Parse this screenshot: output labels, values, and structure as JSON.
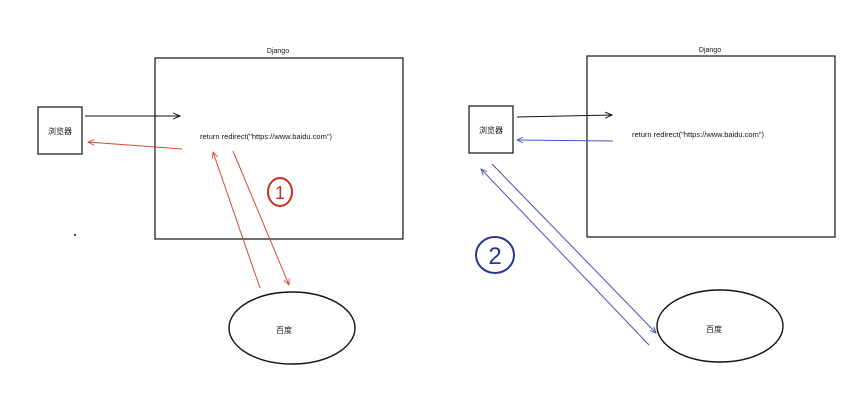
{
  "left_diagram": {
    "django_label": "Django",
    "browser_label": "浏览器",
    "code_text": "return redirect(\"https://www.baidu.com\")",
    "baidu_label": "百度",
    "step_number": "1",
    "step_color": "#c4311e",
    "arrow_color_request": "#111111",
    "arrow_color_flow": "#d34a33"
  },
  "right_diagram": {
    "django_label": "Django",
    "browser_label": "浏览器",
    "code_text": "return redirect(\"https://www.baidu.com\")",
    "baidu_label": "百度",
    "step_number": "2",
    "step_color": "#2a3596",
    "arrow_color_request": "#111111",
    "arrow_color_flow": "#4a52c0"
  }
}
